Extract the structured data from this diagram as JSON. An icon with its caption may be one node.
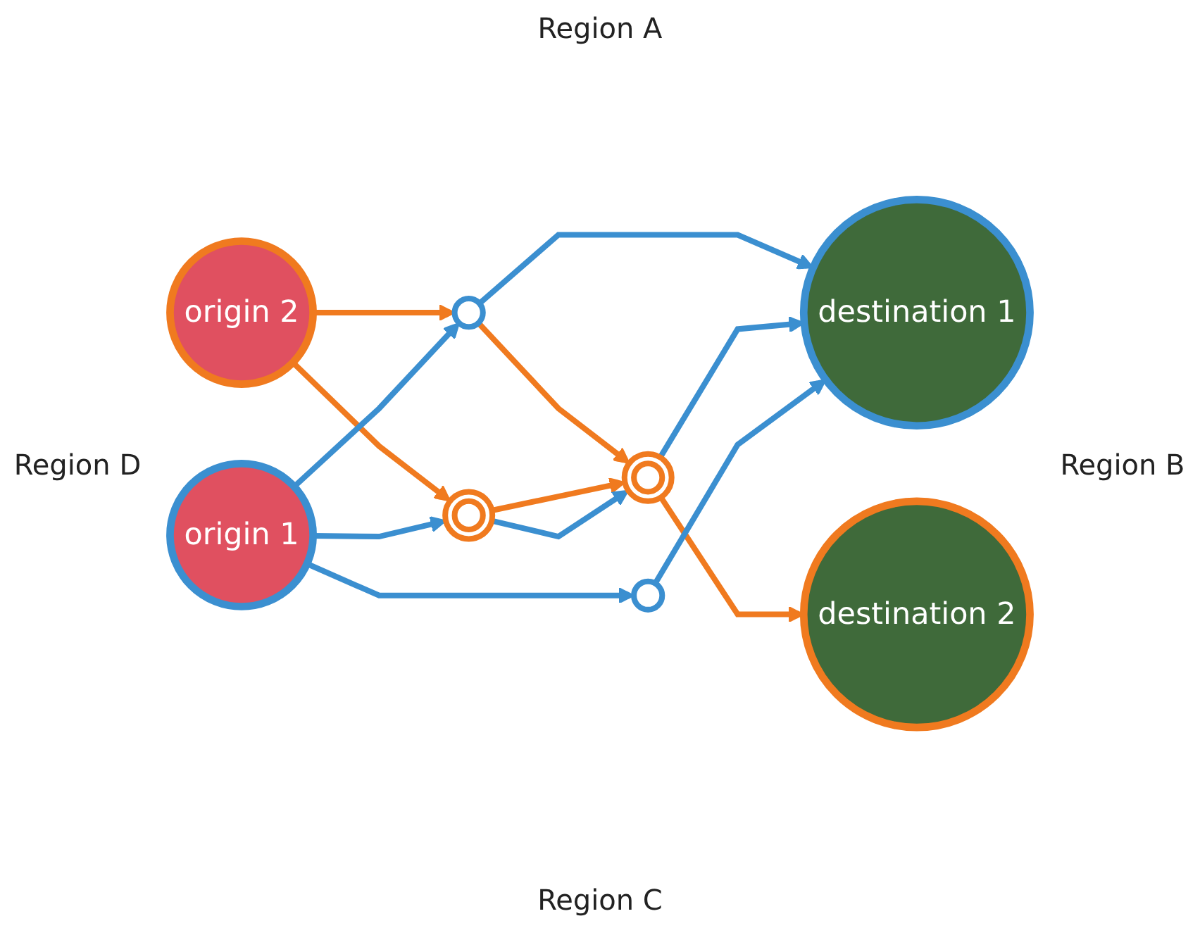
{
  "diagram": {
    "nodes": [
      {
        "text": [
          "origin 2"
        ]
      },
      {
        "text": [],
        "shape": "circle"
      },
      {
        "text": [
          "origin 1"
        ]
      },
      {
        "text": [],
        "shape": "circle"
      },
      {
        "text": [],
        "shape": "circle"
      },
      {
        "text": [
          "destination 1"
        ]
      },
      {
        "text": [],
        "shape": "circle"
      },
      {
        "text": [
          "destination 2"
        ]
      }
    ],
    "edges": [
      {
        "from": 0,
        "to": 1,
        "arrow": "to",
        "color": "#f07a1f"
      },
      {
        "from": 0,
        "to": 3,
        "arrow": "to",
        "color": "#f07a1f"
      },
      {
        "from": 2,
        "to": 1,
        "arrow": "to"
      },
      {
        "from": 2,
        "to": 3,
        "arrow": "to"
      },
      {
        "from": 2,
        "to": 6,
        "arrow": "to"
      },
      {
        "from": 1,
        "to": 5,
        "arrow": "to"
      },
      {
        "from": 1,
        "to": 4,
        "arrow": "to",
        "color": "#f07a1f"
      },
      {
        "from": 3,
        "to": 4,
        "arrow": "to",
        "color": "#f07a1f"
      },
      {
        "from": 3,
        "to": 4,
        "arrow": "to"
      },
      {
        "from": 4,
        "to": 5,
        "arrow": "to"
      },
      {
        "from": 4,
        "to": 7,
        "arrow": "to",
        "color": "#f07a1f"
      },
      {
        "from": 6,
        "to": 5,
        "arrow": "to"
      }
    ],
    "labels": [
      "Region A",
      "Region D",
      "Region B",
      "Region C"
    ]
  }
}
